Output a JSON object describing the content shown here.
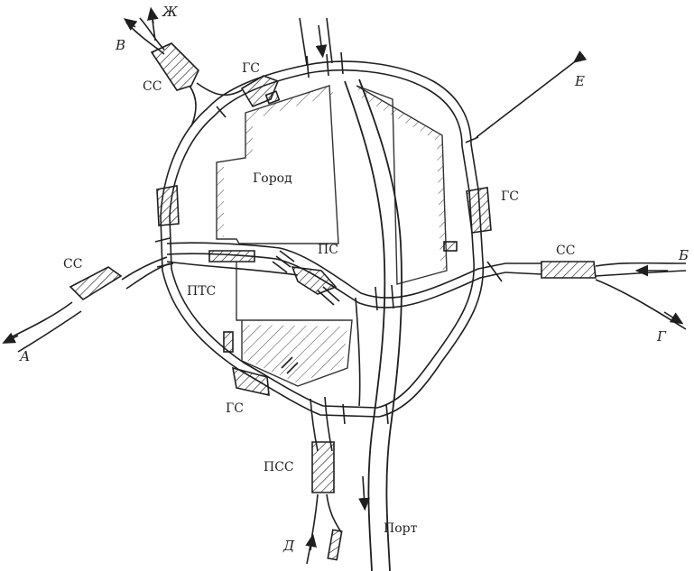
{
  "labels": {
    "city": "Город",
    "port": "Порт",
    "ps": "ПС",
    "pts": "ПТС",
    "pss": "ПСС",
    "gs_top": "ГС",
    "gs_right": "ГС",
    "gs_bottom": "ГС",
    "ss_top": "СС",
    "ss_left": "СС",
    "ss_right": "СС"
  },
  "directions": {
    "a": "А",
    "b": "Б",
    "v": "В",
    "g": "Г",
    "d": "Д",
    "e": "Е",
    "zh": "Ж"
  }
}
